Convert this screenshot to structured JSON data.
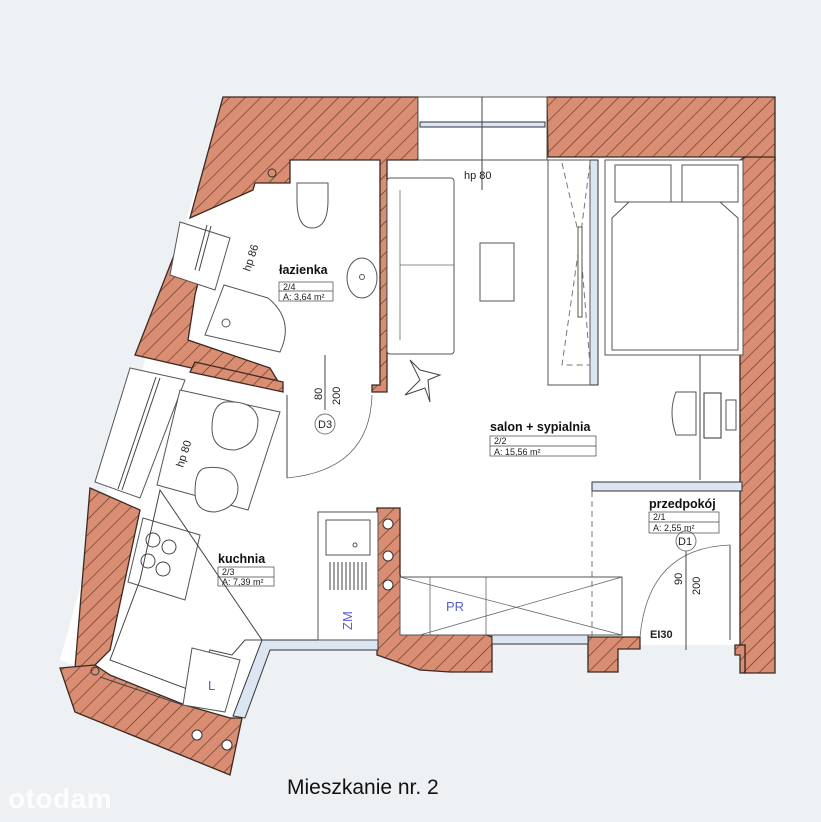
{
  "title": "Mieszkanie nr. 2",
  "watermark": "otodam",
  "colors": {
    "background": "#eef1f4",
    "wall_fill": "#d98d73",
    "wall_hatch": "#5a3020",
    "glass_partition": "#dbe6f2",
    "label_blue": "#5a5fc6"
  },
  "rooms": [
    {
      "name": "łazienka",
      "number": "2/4",
      "area": "A: 3,64 m²"
    },
    {
      "name": "salon + sypialnia",
      "number": "2/2",
      "area": "A: 15,56 m²"
    },
    {
      "name": "kuchnia",
      "number": "2/3",
      "area": "A: 7,39 m²"
    },
    {
      "name": "przedpokój",
      "number": "2/1",
      "area": "A: 2,55 m²"
    }
  ],
  "windows": [
    {
      "label": "hp 80",
      "location": "salon top"
    },
    {
      "label": "hp 86",
      "location": "łazienka"
    },
    {
      "label": "hp 80",
      "location": "kuchnia"
    }
  ],
  "doors": [
    {
      "id": "D3",
      "width": "80",
      "height": "200"
    },
    {
      "id": "D1",
      "width": "90",
      "height": "200",
      "rating": "EI30"
    }
  ],
  "fixtures": {
    "washing_machine": "ZM",
    "fridge": "L",
    "wardrobe": "PR"
  }
}
